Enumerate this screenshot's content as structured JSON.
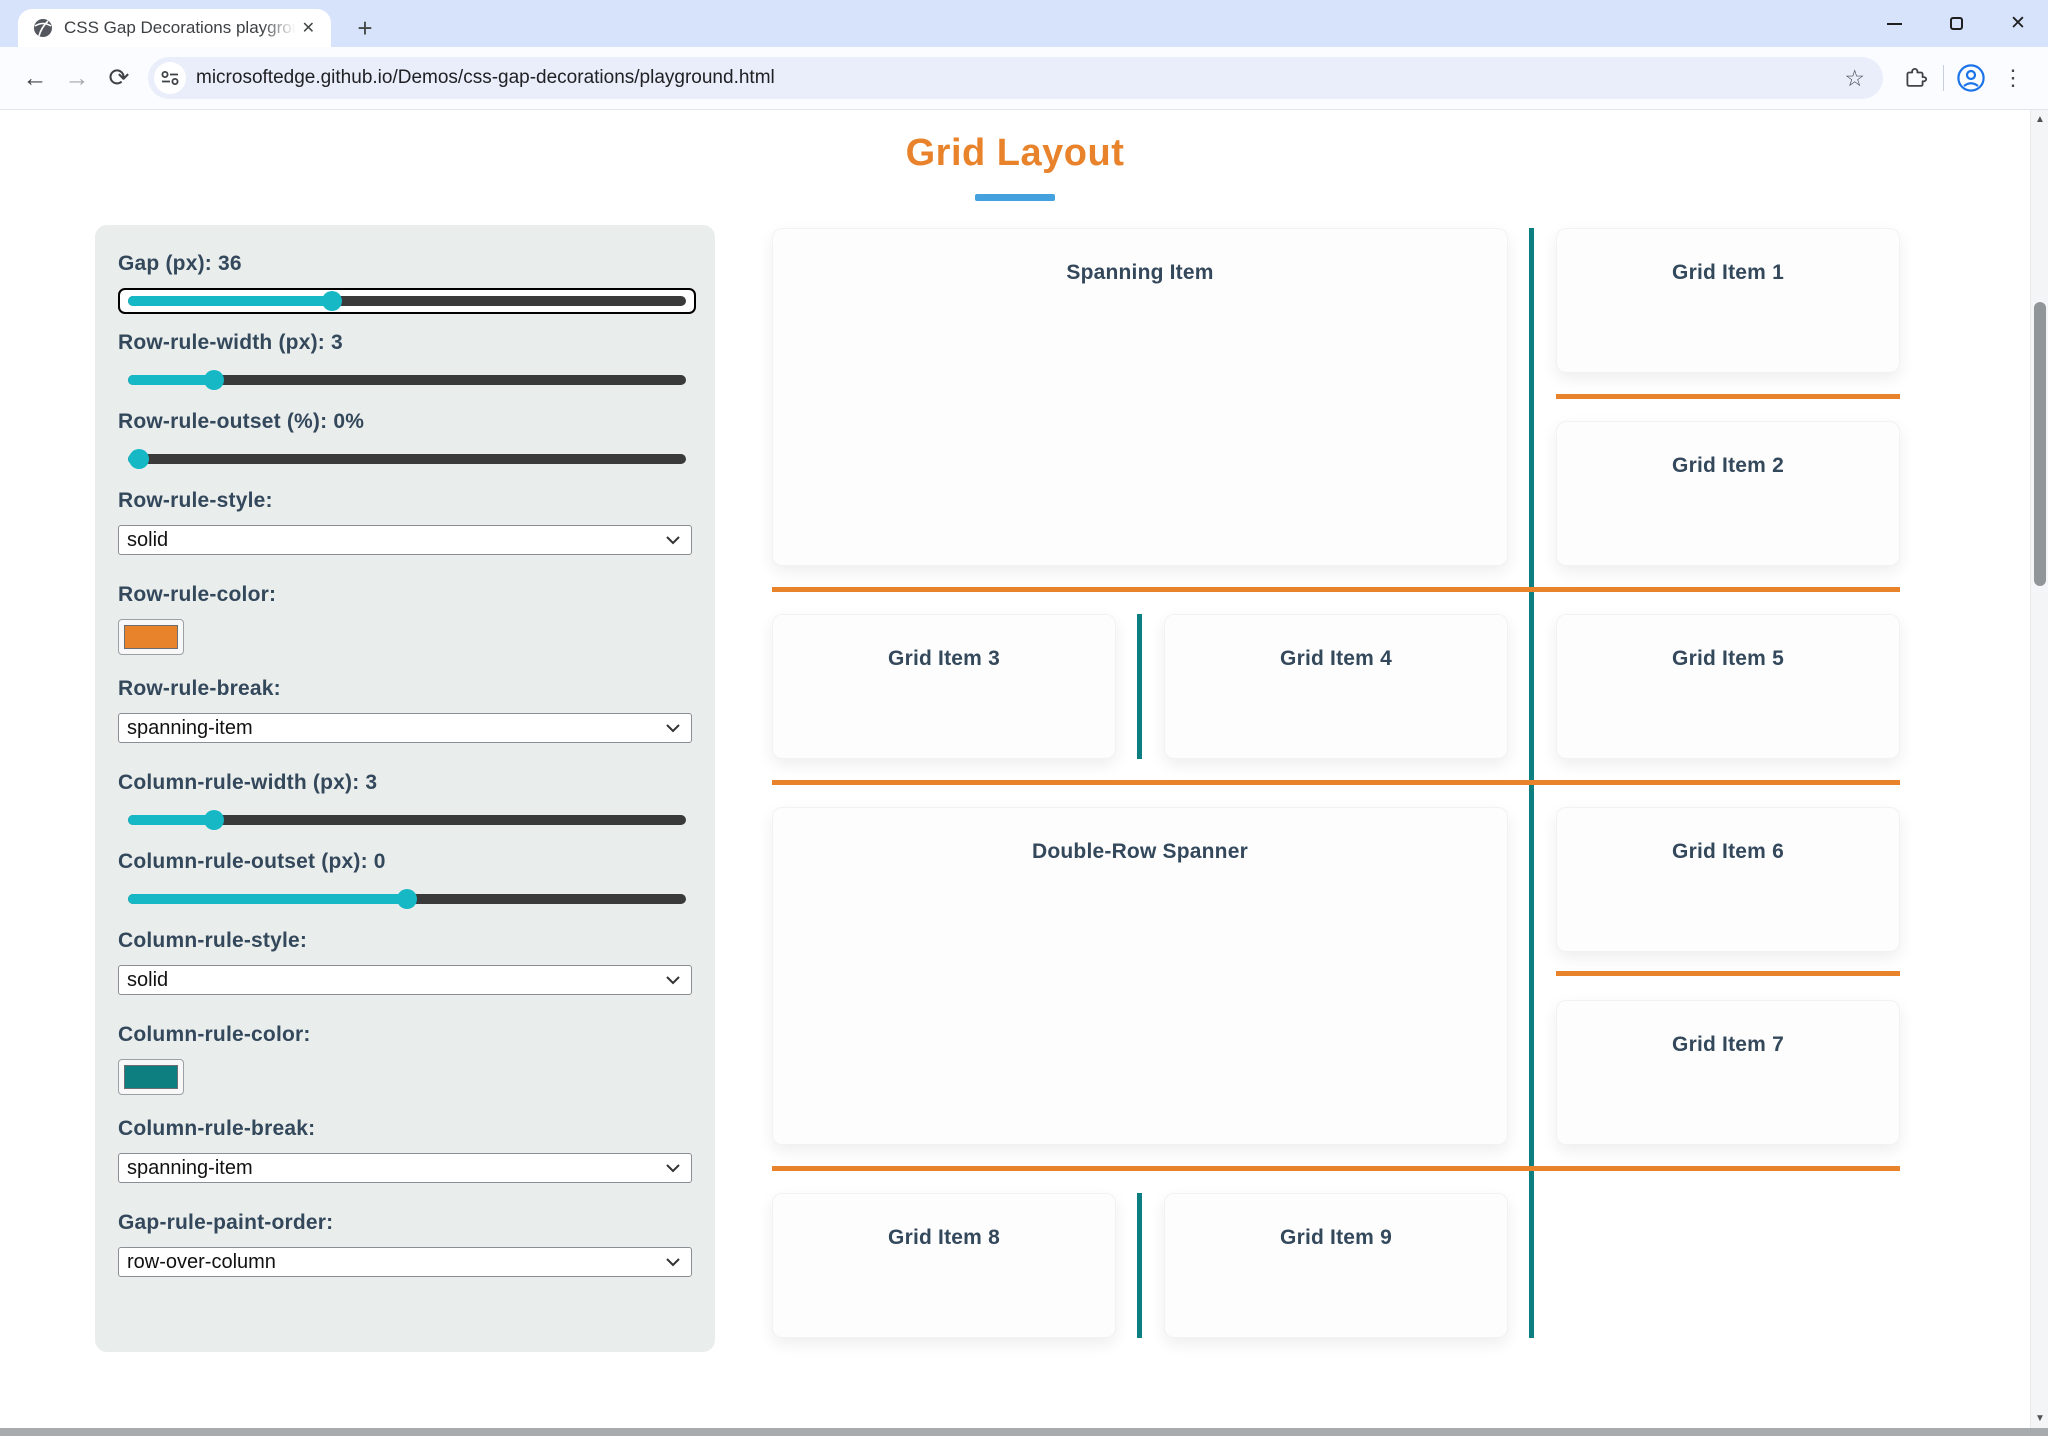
{
  "browser": {
    "tab_title": "CSS Gap Decorations playgroun",
    "url": "microsoftedge.github.io/Demos/css-gap-decorations/playground.html",
    "icons": {
      "favicon": "globe",
      "close_tab": "✕",
      "new_tab": "+",
      "back": "←",
      "forward": "→",
      "reload": "⟳",
      "site_info": "tune-sliders",
      "bookmark_star": "☆",
      "extensions": "puzzle-piece",
      "profile": "person-circle",
      "menu": "⋮",
      "minimize": "css-line",
      "maximize": "css-square",
      "close_window": "✕",
      "scroll_up": "▲",
      "scroll_down": "▼"
    }
  },
  "page": {
    "title": "Grid Layout",
    "colors": {
      "row_rule_orange": "#e8832c",
      "column_rule_teal": "#0d7f80",
      "slider_cyan": "#17b8c6",
      "title_underline_blue": "#44a1de",
      "label_text": "#34485c"
    },
    "controls": [
      {
        "type": "slider",
        "label": "Gap (px): 36",
        "percent": 36.5,
        "focused": true
      },
      {
        "type": "slider",
        "label": "Row-rule-width (px): 3",
        "percent": 15.5
      },
      {
        "type": "slider",
        "label": "Row-rule-outset (%): 0%",
        "percent": 2
      },
      {
        "type": "select",
        "label": "Row-rule-style:",
        "value": "solid"
      },
      {
        "type": "color",
        "label": "Row-rule-color:",
        "color": "#e8832c"
      },
      {
        "type": "select",
        "label": "Row-rule-break:",
        "value": "spanning-item"
      },
      {
        "type": "slider",
        "label": "Column-rule-width (px): 3",
        "percent": 15.5
      },
      {
        "type": "slider",
        "label": "Column-rule-outset (px): 0",
        "percent": 50
      },
      {
        "type": "select",
        "label": "Column-rule-style:",
        "value": "solid"
      },
      {
        "type": "color",
        "label": "Column-rule-color:",
        "color": "#0d7f80"
      },
      {
        "type": "select",
        "label": "Column-rule-break:",
        "value": "spanning-item"
      },
      {
        "type": "select",
        "label": "Gap-rule-paint-order:",
        "value": "row-over-column"
      }
    ],
    "grid_items": [
      "Spanning Item",
      "Grid Item 1",
      "Grid Item 2",
      "Grid Item 3",
      "Grid Item 4",
      "Grid Item 5",
      "Double-Row Spanner",
      "Grid Item 6",
      "Grid Item 7",
      "Grid Item 8",
      "Grid Item 9"
    ]
  }
}
